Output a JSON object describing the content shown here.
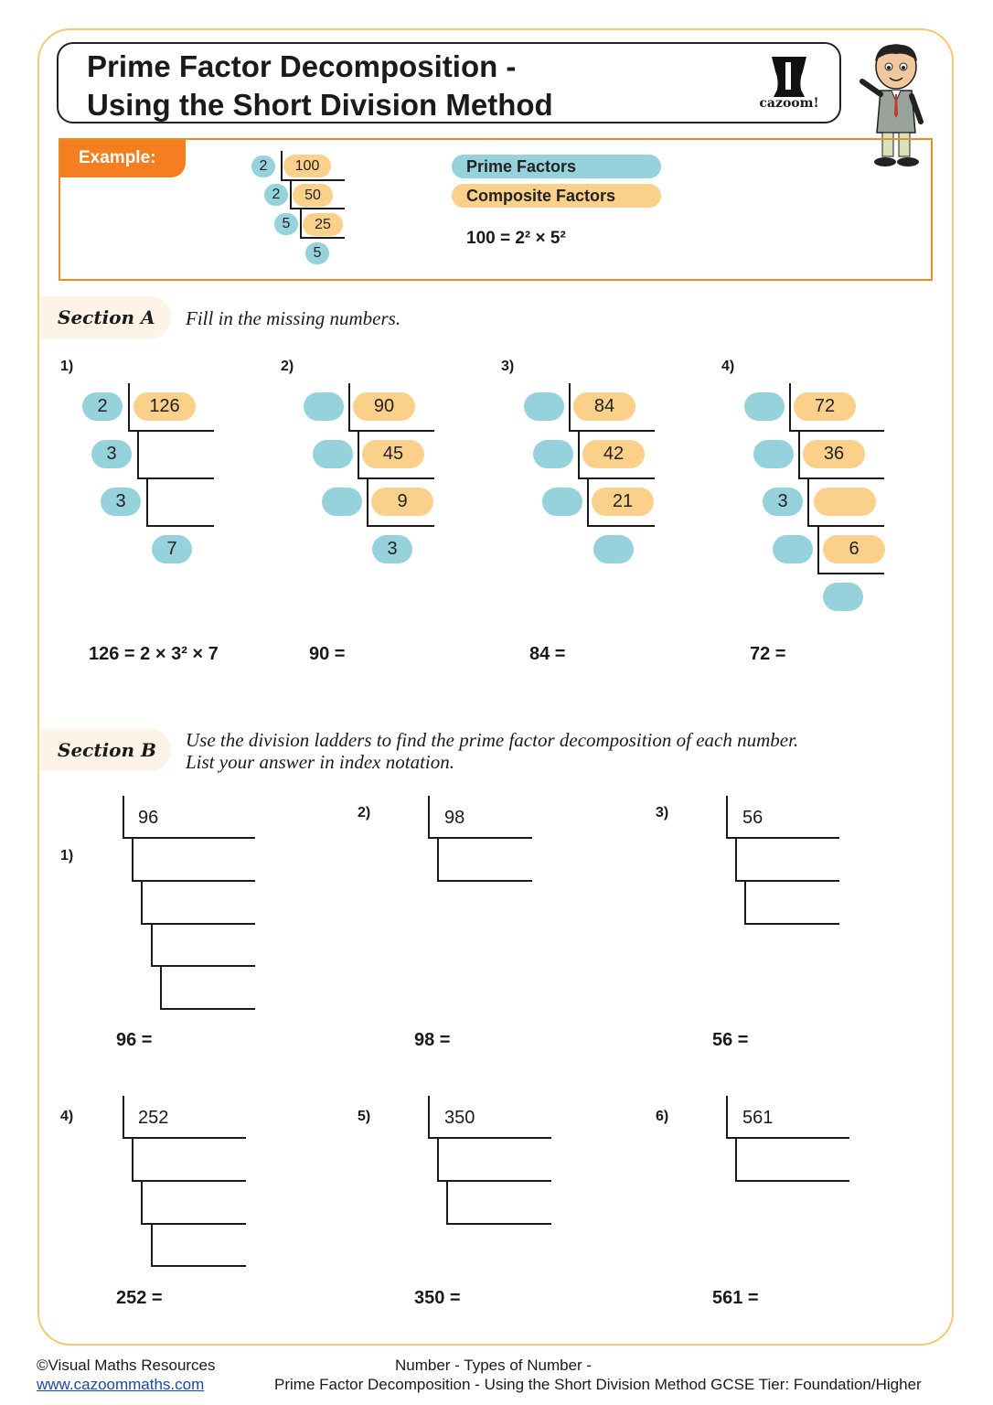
{
  "title": {
    "line1": "Prime Factor Decomposition -",
    "line2": "Using the Short Division Method"
  },
  "brand": {
    "logo_text": "cazoom!",
    "logo_icon": "cazoom-logo-icon",
    "mascot": "boy-mascot"
  },
  "example": {
    "tab": "Example:",
    "ladder": {
      "divisors": [
        "2",
        "2",
        "5",
        "5"
      ],
      "dividends": [
        "100",
        "50",
        "25"
      ]
    },
    "legend": {
      "prime": "Prime Factors",
      "composite": "Composite Factors"
    },
    "result": "100  =  2²  ×  5²"
  },
  "section_a": {
    "label": "Section A",
    "instruction": "Fill in the missing numbers.",
    "questions": [
      {
        "num": "1)",
        "divisors": [
          "2",
          "3",
          "3"
        ],
        "dividends": [
          "126",
          "",
          ""
        ],
        "final": "7",
        "answer": "126 = 2 × 3² × 7"
      },
      {
        "num": "2)",
        "divisors": [
          "",
          "",
          ""
        ],
        "dividends": [
          "90",
          "45",
          "9"
        ],
        "final": "3",
        "answer": "90 ="
      },
      {
        "num": "3)",
        "divisors": [
          "",
          "",
          ""
        ],
        "dividends": [
          "84",
          "42",
          "21"
        ],
        "final": "",
        "answer": "84 ="
      },
      {
        "num": "4)",
        "divisors": [
          "",
          "",
          "3",
          ""
        ],
        "dividends": [
          "72",
          "36",
          "",
          "6"
        ],
        "final": "",
        "answer": "72 ="
      }
    ]
  },
  "section_b": {
    "label": "Section B",
    "instruction_line1": "Use the division ladders to find the prime factor decomposition of each number.",
    "instruction_line2": "List your answer in index notation.",
    "questions": [
      {
        "num": "1)",
        "number": "96",
        "answer": "96 ="
      },
      {
        "num": "2)",
        "number": "98",
        "answer": "98 ="
      },
      {
        "num": "3)",
        "number": "56",
        "answer": "56 ="
      },
      {
        "num": "4)",
        "number": "252",
        "answer": "252 ="
      },
      {
        "num": "5)",
        "number": "350",
        "answer": "350 ="
      },
      {
        "num": "6)",
        "number": "561",
        "answer": "561 ="
      }
    ]
  },
  "footer": {
    "copyright": "©Visual Maths Resources",
    "website": "www.cazoommaths.com",
    "topic_line1": "Number - Types of Number -",
    "topic_line2": "Prime Factor Decomposition - Using the Short Division Method   GCSE Tier: Foundation/Higher"
  },
  "colors": {
    "prime": "#96d2dc",
    "composite": "#fbd08b",
    "accent": "#f57f20",
    "frame": "#f7c873"
  }
}
